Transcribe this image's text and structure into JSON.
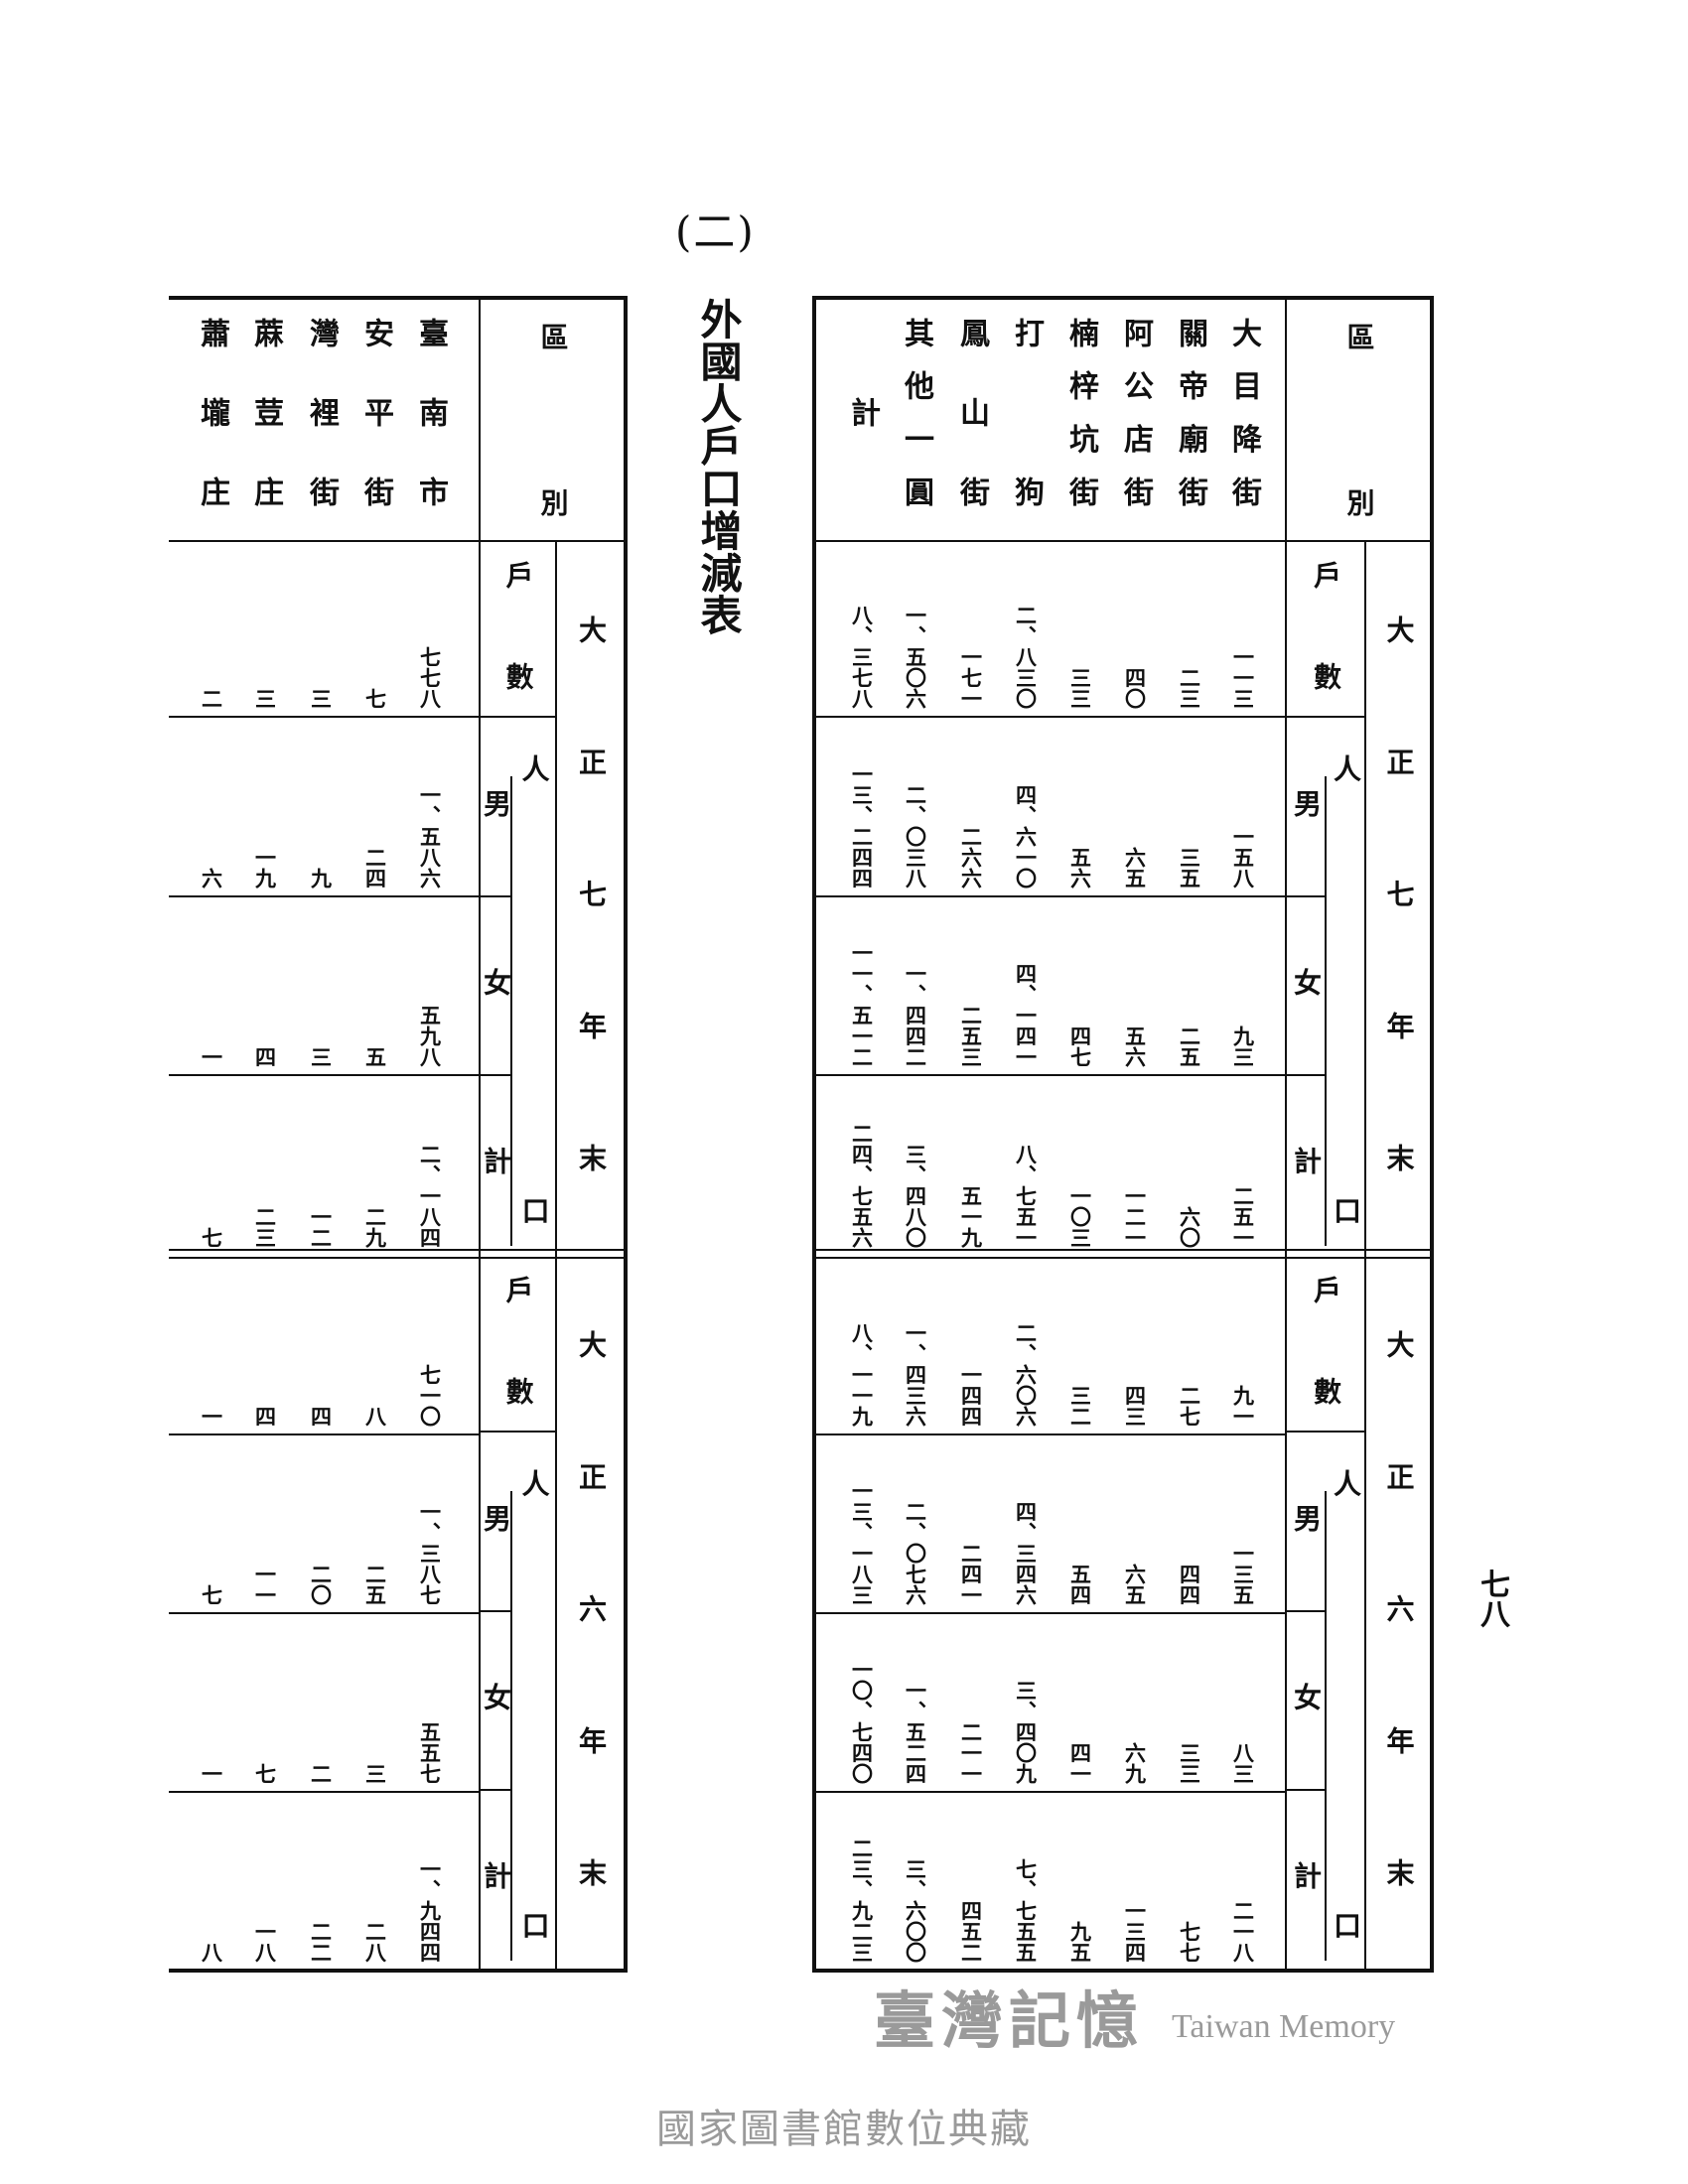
{
  "page": {
    "section_mark": "(二)",
    "title": "外國人戶口增減表",
    "page_number": "七八",
    "footer": "國家圖書館數位典藏",
    "watermark": {
      "text": "臺灣記憶",
      "subtitle": "Taiwan Memory"
    }
  },
  "headers": {
    "district": "區別",
    "households": "戶數",
    "population_top": "人",
    "population_bottom": "口",
    "male": "男",
    "female": "女",
    "total": "計",
    "year7": "大正七年末",
    "year6": "大正六年末"
  },
  "left_table": {
    "districts": [
      "臺南市",
      "安平街",
      "灣裡街",
      "蔴荳庄",
      "蕭壠庄"
    ],
    "year7": {
      "households": [
        "七七八",
        "七",
        "三",
        "三",
        "二"
      ],
      "male": [
        "一、五八六",
        "二四",
        "九",
        "一九",
        "六"
      ],
      "female": [
        "五九八",
        "五",
        "三",
        "四",
        "一"
      ],
      "total": [
        "二、一八四",
        "二九",
        "一二",
        "二三",
        "七"
      ]
    },
    "year6": {
      "households": [
        "七一〇",
        "八",
        "四",
        "四",
        "一"
      ],
      "male": [
        "一、三八七",
        "二五",
        "二〇",
        "一一",
        "七"
      ],
      "female": [
        "五五七",
        "三",
        "二",
        "七",
        "一"
      ],
      "total": [
        "一、九四四",
        "二八",
        "二二",
        "一八",
        "八"
      ]
    }
  },
  "right_table": {
    "districts": [
      "大目降街",
      "關帝廟街",
      "阿公店街",
      "楠梓坑街",
      "打狗",
      "鳳山街",
      "其他一圓",
      "計"
    ],
    "year7": {
      "households": [
        "一一三",
        "二三",
        "四〇",
        "三三",
        "二、八三〇",
        "一七一",
        "一、五〇六",
        "八、三七八"
      ],
      "male": [
        "一五八",
        "三五",
        "六五",
        "五六",
        "四、六一〇",
        "二六六",
        "二、〇三八",
        "一三、二四四"
      ],
      "female": [
        "九三",
        "二五",
        "五六",
        "四七",
        "四、一四一",
        "二五三",
        "一、四四二",
        "一一、五一二"
      ],
      "total": [
        "二五一",
        "六〇",
        "一二一",
        "一〇三",
        "八、七五一",
        "五一九",
        "三、四八〇",
        "二四、七五六"
      ]
    },
    "year6": {
      "households": [
        "九一",
        "二七",
        "四三",
        "三二",
        "二、六〇六",
        "一四四",
        "一、四三六",
        "八、一一九"
      ],
      "male": [
        "一三五",
        "四四",
        "六五",
        "五四",
        "四、三四六",
        "二四一",
        "二、〇七六",
        "一三、一八三"
      ],
      "female": [
        "八三",
        "三三",
        "六九",
        "四一",
        "三、四〇九",
        "二一一",
        "一、五二四",
        "一〇、七四〇"
      ],
      "total": [
        "二一八",
        "七七",
        "一三四",
        "九五",
        "七、七五五",
        "四五二",
        "三、六〇〇",
        "二三、九二三"
      ]
    }
  }
}
